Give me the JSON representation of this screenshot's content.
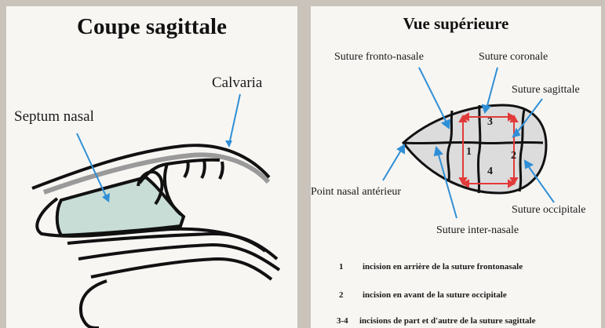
{
  "left_panel": {
    "title": "Coupe sagittale",
    "labels": {
      "calvaria": "Calvaria",
      "septum_nasal": "Septum nasal"
    }
  },
  "right_panel": {
    "title": "Vue supérieure",
    "labels": {
      "suture_fronto_nasale": "Suture fronto-nasale",
      "suture_coronale": "Suture coronale",
      "suture_sagittale": "Suture sagittale",
      "point_nasal_anterieur": "Point nasal antérieur",
      "suture_occipitale": "Suture occipitale",
      "suture_inter_nasale": "Suture inter-nasale"
    },
    "region_numbers": {
      "n1": "1",
      "n2": "2",
      "n3": "3",
      "n4": "4"
    },
    "legend": [
      {
        "num": "1",
        "text": "incision en arrière de la suture frontonasale"
      },
      {
        "num": "2",
        "text": "incision en avant de la suture occipitale"
      },
      {
        "num": "3-4",
        "text": "incisions de part et d'autre de la suture sagittale"
      }
    ]
  },
  "colors": {
    "background": "#c9c3bb",
    "panel": "#f8f6f3",
    "outline": "#111111",
    "septum_fill": "#c7ddd6",
    "skull_fill": "#dcdcdc",
    "calvaria_band": "#9a9a9a",
    "arrow_blue": "#2f8fd6",
    "incision_red": "#e23a3a"
  }
}
